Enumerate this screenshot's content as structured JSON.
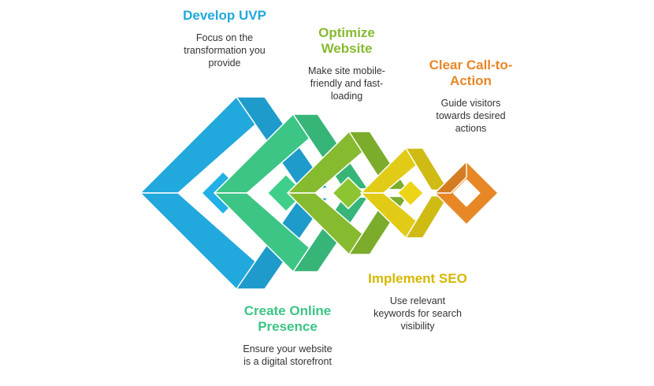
{
  "steps": [
    {
      "title": "Develop UVP",
      "description": "Focus on the\ntransformation you\nprovide",
      "color": "#21a8dc"
    },
    {
      "title": "Create Online\nPresence",
      "description": "Ensure your website\nis a digital storefront",
      "color": "#3cc584"
    },
    {
      "title": "Optimize\nWebsite",
      "description": "Make site mobile-\nfriendly and fast-\nloading",
      "color": "#86bb2f"
    },
    {
      "title": "Implement SEO",
      "description": "Use relevant\nkeywords for search\nvisibility",
      "color": "#e1cb16"
    },
    {
      "title": "Clear Call-to-\nAction",
      "description": "Guide visitors\ntowards desired\nactions",
      "color": "#e78726"
    }
  ]
}
